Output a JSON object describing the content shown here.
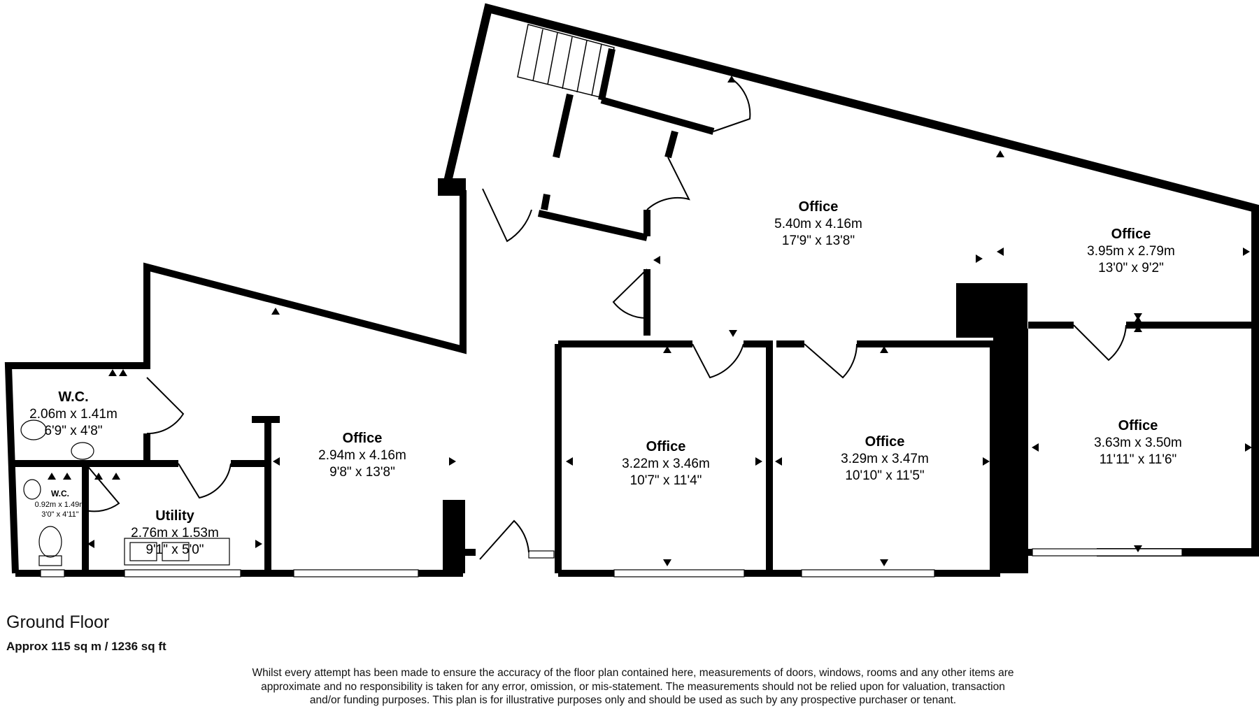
{
  "floor": {
    "title": "Ground Floor",
    "area": "Approx 115 sq m / 1236 sq ft"
  },
  "rooms": {
    "office_main": {
      "name": "Office",
      "metric": "5.40m x 4.16m",
      "imperial": "17'9\" x 13'8\""
    },
    "office_ne": {
      "name": "Office",
      "metric": "3.95m x 2.79m",
      "imperial": "13'0\" x 9'2\""
    },
    "office_left": {
      "name": "Office",
      "metric": "2.94m x 4.16m",
      "imperial": "9'8\" x 13'8\""
    },
    "office_1": {
      "name": "Office",
      "metric": "3.22m x 3.46m",
      "imperial": "10'7\" x 11'4\""
    },
    "office_2": {
      "name": "Office",
      "metric": "3.29m x 3.47m",
      "imperial": "10'10\" x 11'5\""
    },
    "office_3": {
      "name": "Office",
      "metric": "3.63m x 3.50m",
      "imperial": "11'11\" x 11'6\""
    },
    "wc_large": {
      "name": "W.C.",
      "metric": "2.06m x 1.41m",
      "imperial": "6'9\" x 4'8\""
    },
    "wc_small": {
      "name": "W.C.",
      "metric": "0.92m x 1.49m",
      "imperial": "3'0\" x 4'11\""
    },
    "utility": {
      "name": "Utility",
      "metric": "2.76m x 1.53m",
      "imperial": "9'1\" x 5'0\""
    }
  },
  "disclaimer": "Whilst every attempt has been made to ensure the accuracy of the floor plan contained here, measurements of doors, windows, rooms and any other items are approximate and no responsibility is taken for any error, omission, or mis-statement. The measurements should not be relied upon for valuation, transaction and/or funding purposes. This plan is for illustrative purposes only and should be used as such by any prospective purchaser or tenant.",
  "colors": {
    "wall": "#000000",
    "background": "#ffffff",
    "window": "#ffffff"
  }
}
